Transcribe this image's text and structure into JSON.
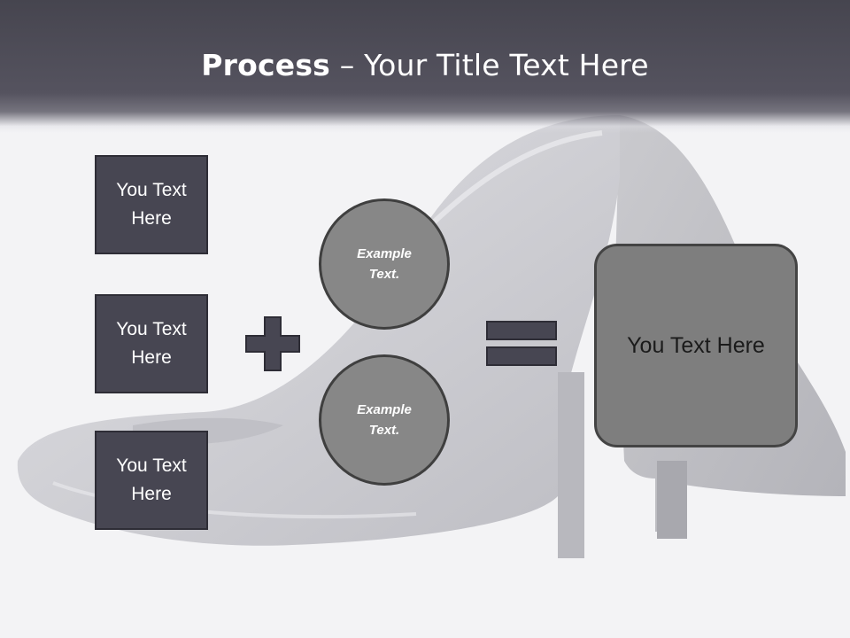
{
  "slide": {
    "title_bold": "Process",
    "title_rest": " – Your Title Text Here",
    "boxes": [
      {
        "label": "You Text Here"
      },
      {
        "label": "You Text Here"
      },
      {
        "label": "You Text Here"
      }
    ],
    "circles": [
      {
        "label": "Example Text."
      },
      {
        "label": "Example Text."
      }
    ],
    "result": {
      "label": "You Text Here"
    }
  },
  "colors": {
    "header": "#4b4a55",
    "box_fill": "#474652",
    "circle_fill": "#878787",
    "result_fill": "#7e7e7e",
    "operator_fill": "#474652"
  },
  "icons": {
    "plus": "plus-icon",
    "equals": "equals-icon"
  }
}
